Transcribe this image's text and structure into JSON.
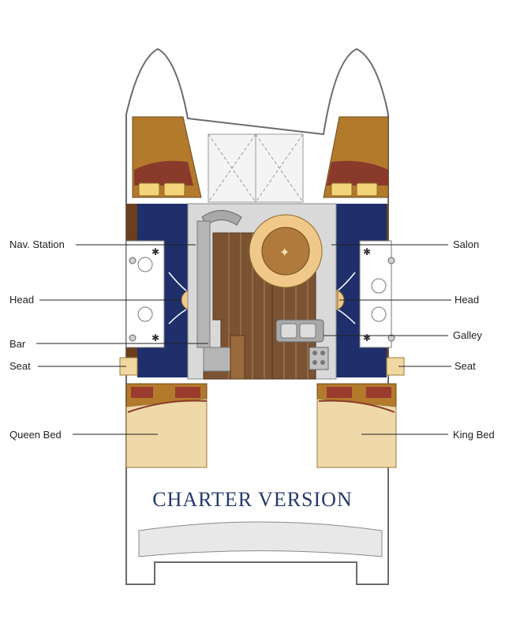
{
  "title": "CHARTER VERSION",
  "labels": {
    "nav_station": "Nav. Station",
    "head_left": "Head",
    "bar": "Bar",
    "seat_left": "Seat",
    "queen_bed": "Queen Bed",
    "salon": "Salon",
    "head_right": "Head",
    "galley": "Galley",
    "seat_right": "Seat",
    "king_bed": "King Bed"
  },
  "colors": {
    "hull_outline": "#6b6b6b",
    "cabin_navy": "#1f2f6b",
    "wood": "#b37a2c",
    "dark_wood": "#6b3f1c",
    "cushion_red": "#9a3b2e",
    "bed_cream": "#efd9a9",
    "deck_teak": "#7b5333",
    "title_blue": "#243a6e"
  }
}
